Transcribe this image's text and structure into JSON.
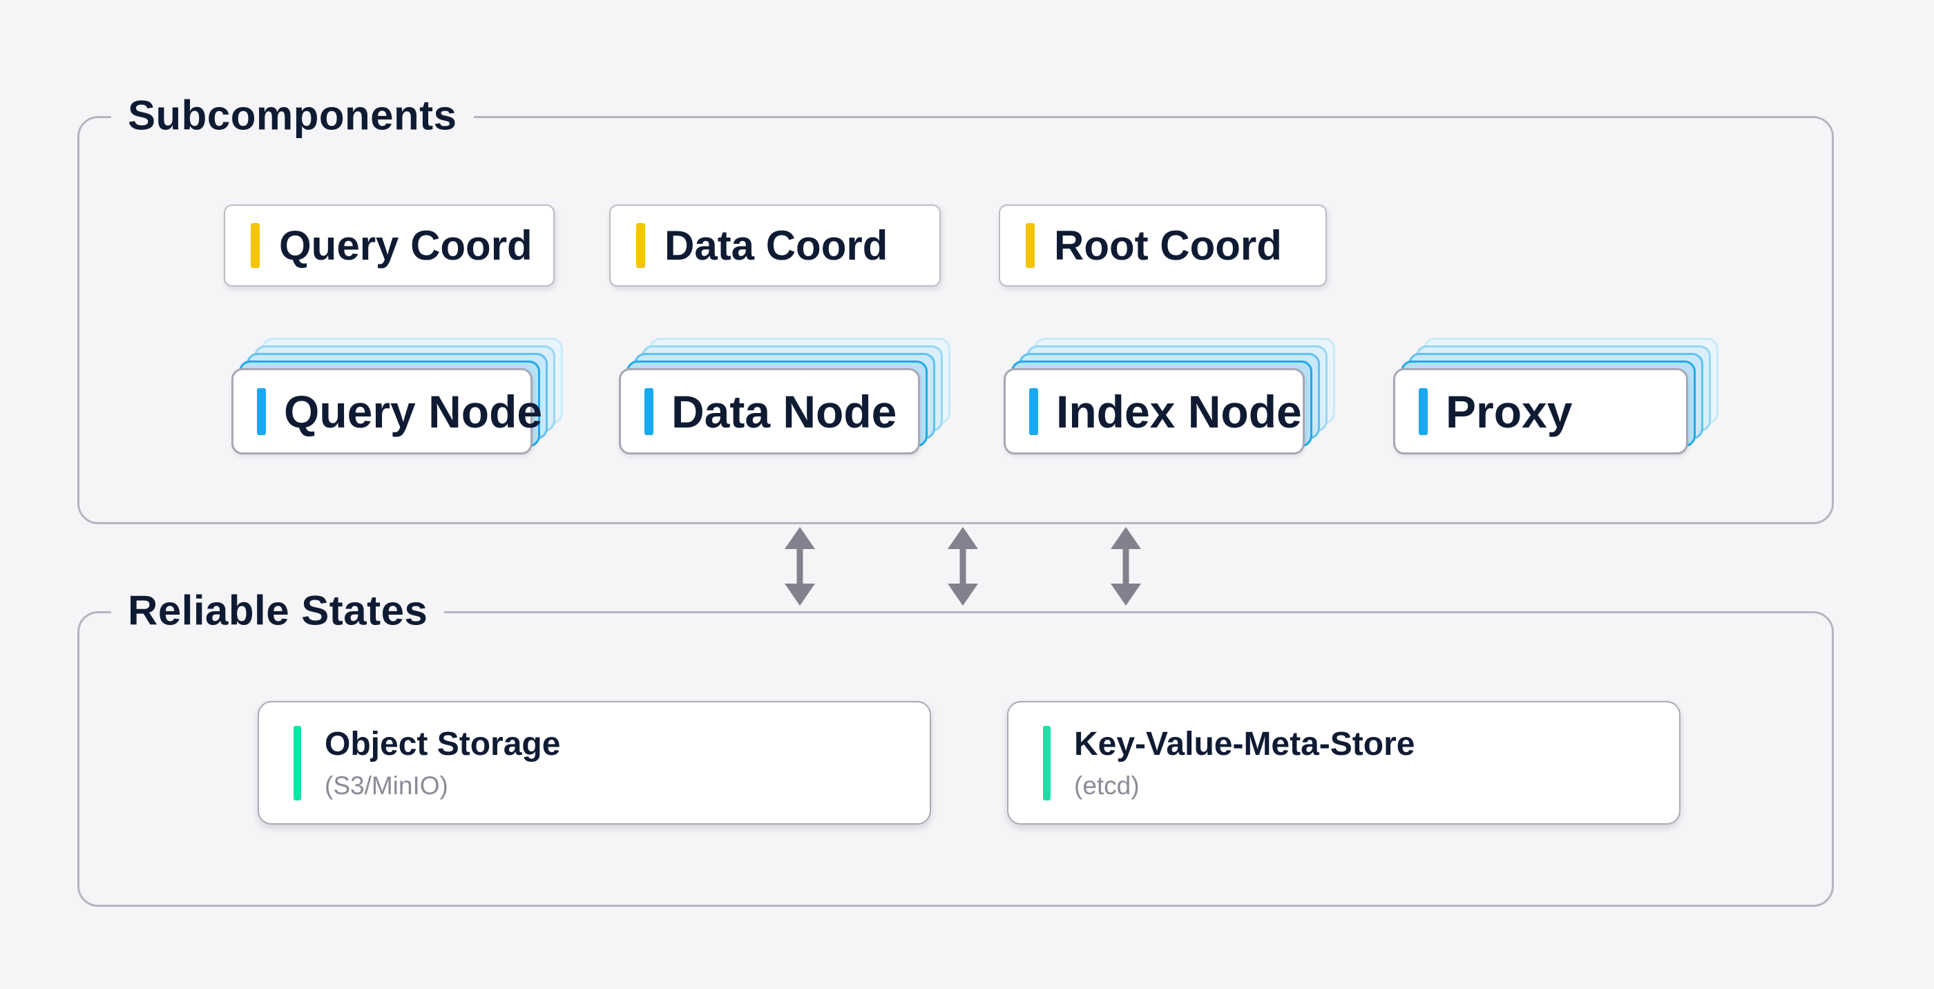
{
  "colors": {
    "background": "#f5f5f7",
    "text_primary": "#0f1b33",
    "text_secondary": "#8b8b97",
    "accent_yellow": "#f4c504",
    "accent_blue": "#18a9f0",
    "accent_green": "#0ee4a4",
    "arrow_gray": "#82828e",
    "border_gray": "#b5b5c1"
  },
  "sections": {
    "subcomponents": {
      "title": "Subcomponents"
    },
    "reliable_states": {
      "title": "Reliable States"
    }
  },
  "coordinators": [
    {
      "label": "Query Coord"
    },
    {
      "label": "Data Coord"
    },
    {
      "label": "Root Coord"
    }
  ],
  "nodes": [
    {
      "label": "Query Node"
    },
    {
      "label": "Data Node"
    },
    {
      "label": "Index Node"
    },
    {
      "label": "Proxy"
    }
  ],
  "stores": [
    {
      "label": "Object Storage",
      "sublabel": "(S3/MinIO)"
    },
    {
      "label": "Key-Value-Meta-Store",
      "sublabel": "(etcd)"
    }
  ],
  "arrows": {
    "count": 3,
    "direction": "bidirectional-vertical"
  }
}
